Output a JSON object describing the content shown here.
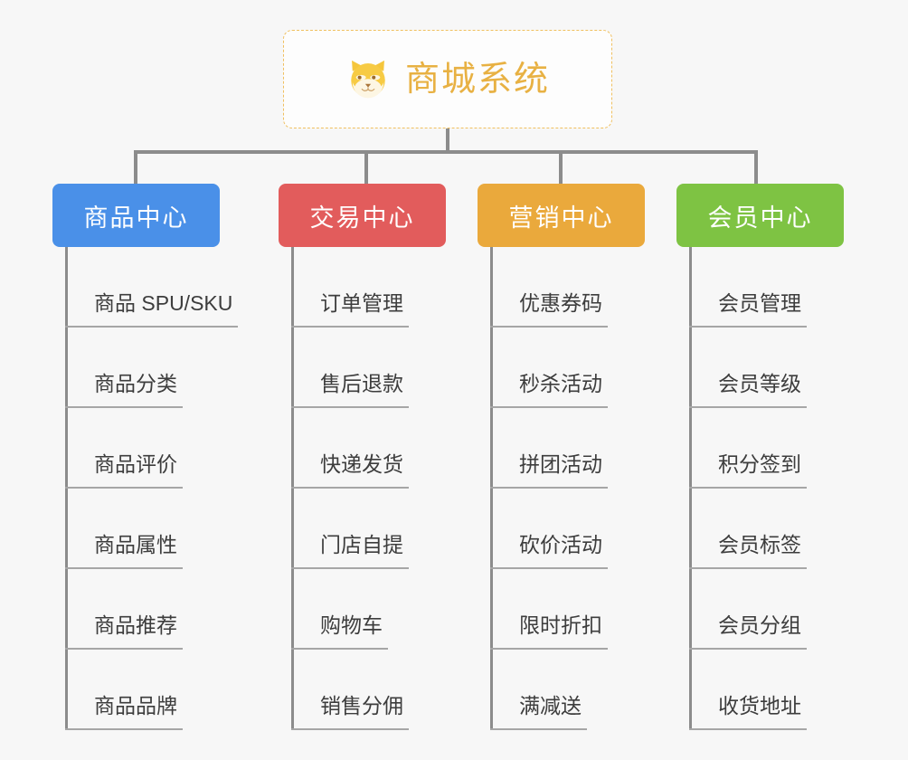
{
  "page": {
    "background_color": "#f7f7f7",
    "type": "mindmap-tree"
  },
  "root": {
    "title": "商城系统",
    "icon": "shiba-dog-icon",
    "text_color": "#e8b143",
    "border_color": "#f0c060",
    "background_color": "#fdfdfd"
  },
  "branches": [
    {
      "label": "商品中心",
      "color": "#4a90e8",
      "items": [
        "商品 SPU/SKU",
        "商品分类",
        "商品评价",
        "商品属性",
        "商品推荐",
        "商品品牌"
      ]
    },
    {
      "label": "交易中心",
      "color": "#e25c5c",
      "items": [
        "订单管理",
        "售后退款",
        "快递发货",
        "门店自提",
        "购物车",
        "销售分佣"
      ]
    },
    {
      "label": "营销中心",
      "color": "#eaa93c",
      "items": [
        "优惠券码",
        "秒杀活动",
        "拼团活动",
        "砍价活动",
        "限时折扣",
        "满减送"
      ]
    },
    {
      "label": "会员中心",
      "color": "#7ec343",
      "items": [
        "会员管理",
        "会员等级",
        "积分签到",
        "会员标签",
        "会员分组",
        "收货地址"
      ]
    }
  ],
  "connector_color": "#8c8c8c",
  "underline_color": "#a6a6a6"
}
